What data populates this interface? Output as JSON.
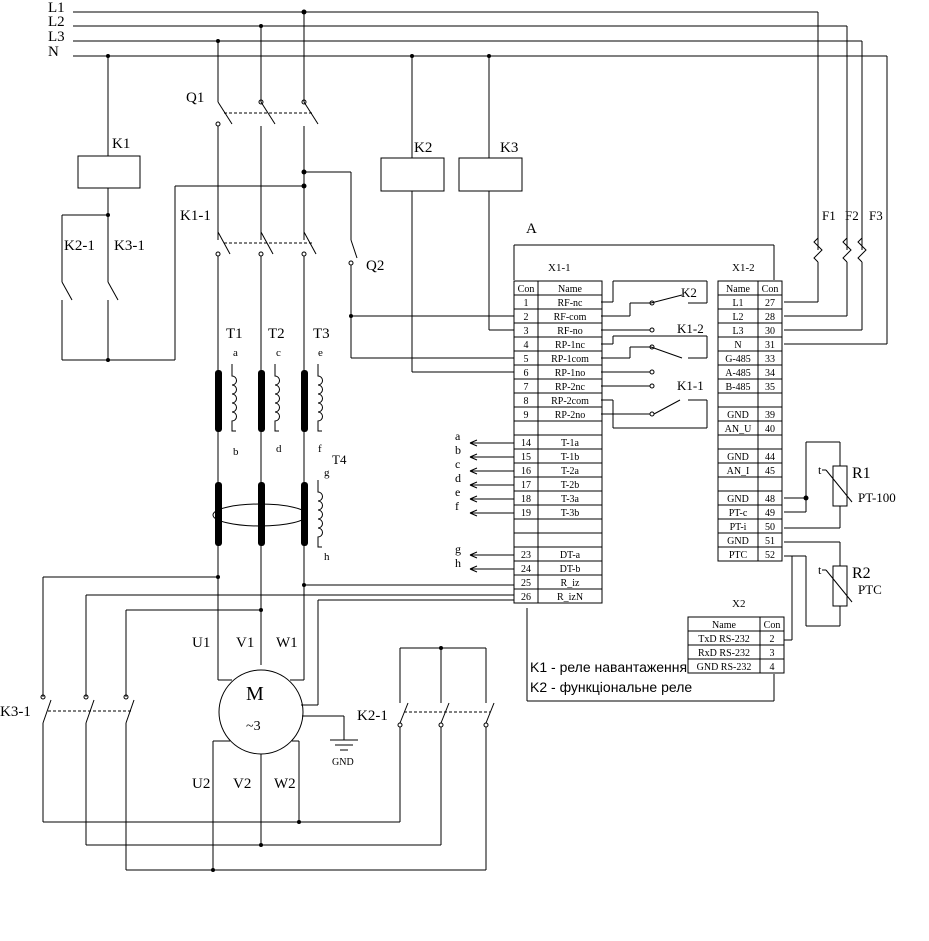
{
  "buses": [
    "L1",
    "L2",
    "L3",
    "N"
  ],
  "devices": {
    "q1": "Q1",
    "q2": "Q2",
    "k1": "K1",
    "k2": "K2",
    "k3": "K3",
    "k1_1": "K1-1",
    "k2_1_ctrl": "K2-1",
    "k3_1_ctrl": "K3-1",
    "k3_1_power": "K3-1",
    "k2_1_power": "K2-1",
    "t1": "T1",
    "t2": "T2",
    "t3": "T3",
    "t4": "T4",
    "f1": "F1",
    "f2": "F2",
    "f3": "F3",
    "r1": "R1",
    "r1_type": "PT-100",
    "r2": "R2",
    "r2_type": "PTC",
    "therm_t": "t",
    "a": "A"
  },
  "ct_taps": {
    "t1_top": "a",
    "t1_bot": "b",
    "t2_top": "c",
    "t2_bot": "d",
    "t3_top": "e",
    "t3_bot": "f",
    "t4_top": "g",
    "t4_bot": "h"
  },
  "motor": {
    "symbol": "M",
    "phase": "~3",
    "u1": "U1",
    "v1": "V1",
    "w1": "W1",
    "u2": "U2",
    "v2": "V2",
    "w2": "W2",
    "gnd": "GND"
  },
  "x1_1": {
    "title": "X1-1",
    "headers": [
      "Con",
      "Name"
    ],
    "rows": [
      [
        "1",
        "RF-nc"
      ],
      [
        "2",
        "RF-com"
      ],
      [
        "3",
        "RF-no"
      ],
      [
        "4",
        "RP-1nc"
      ],
      [
        "5",
        "RP-1com"
      ],
      [
        "6",
        "RP-1no"
      ],
      [
        "7",
        "RP-2nc"
      ],
      [
        "8",
        "RP-2com"
      ],
      [
        "9",
        "RP-2no"
      ],
      [
        "",
        ""
      ],
      [
        "14",
        "T-1a"
      ],
      [
        "15",
        "T-1b"
      ],
      [
        "16",
        "T-2a"
      ],
      [
        "17",
        "T-2b"
      ],
      [
        "18",
        "T-3a"
      ],
      [
        "19",
        "T-3b"
      ],
      [
        "",
        ""
      ],
      [
        "",
        ""
      ],
      [
        "23",
        "DT-a"
      ],
      [
        "24",
        "DT-b"
      ],
      [
        "25",
        "R_iz"
      ],
      [
        "26",
        "R_izN"
      ]
    ]
  },
  "x1_2": {
    "title": "X1-2",
    "headers": [
      "Name",
      "Con"
    ],
    "rows": [
      [
        "L1",
        "27"
      ],
      [
        "L2",
        "28"
      ],
      [
        "L3",
        "30"
      ],
      [
        "N",
        "31"
      ],
      [
        "G-485",
        "33"
      ],
      [
        "A-485",
        "34"
      ],
      [
        "B-485",
        "35"
      ],
      [
        "",
        ""
      ],
      [
        "GND",
        "39"
      ],
      [
        "AN_U",
        "40"
      ],
      [
        "",
        ""
      ],
      [
        "GND",
        "44"
      ],
      [
        "AN_I",
        "45"
      ],
      [
        "",
        ""
      ],
      [
        "GND",
        "48"
      ],
      [
        "PT-c",
        "49"
      ],
      [
        "PT-i",
        "50"
      ],
      [
        "GND",
        "51"
      ],
      [
        "PTC",
        "52"
      ]
    ]
  },
  "x2": {
    "title": "X2",
    "headers": [
      "Name",
      "Con"
    ],
    "rows": [
      [
        "TxD RS-232",
        "2"
      ],
      [
        "RxD RS-232",
        "3"
      ],
      [
        "GND RS-232",
        "4"
      ]
    ]
  },
  "relays": {
    "k2": "K2",
    "k1_2": "K1-2",
    "k1_1": "K1-1"
  },
  "arrow_labels": [
    "a",
    "b",
    "c",
    "d",
    "e",
    "f",
    "g",
    "h"
  ],
  "notes": {
    "line1": "K1 - реле навантаження",
    "line2": "K2 - функціональне реле"
  }
}
